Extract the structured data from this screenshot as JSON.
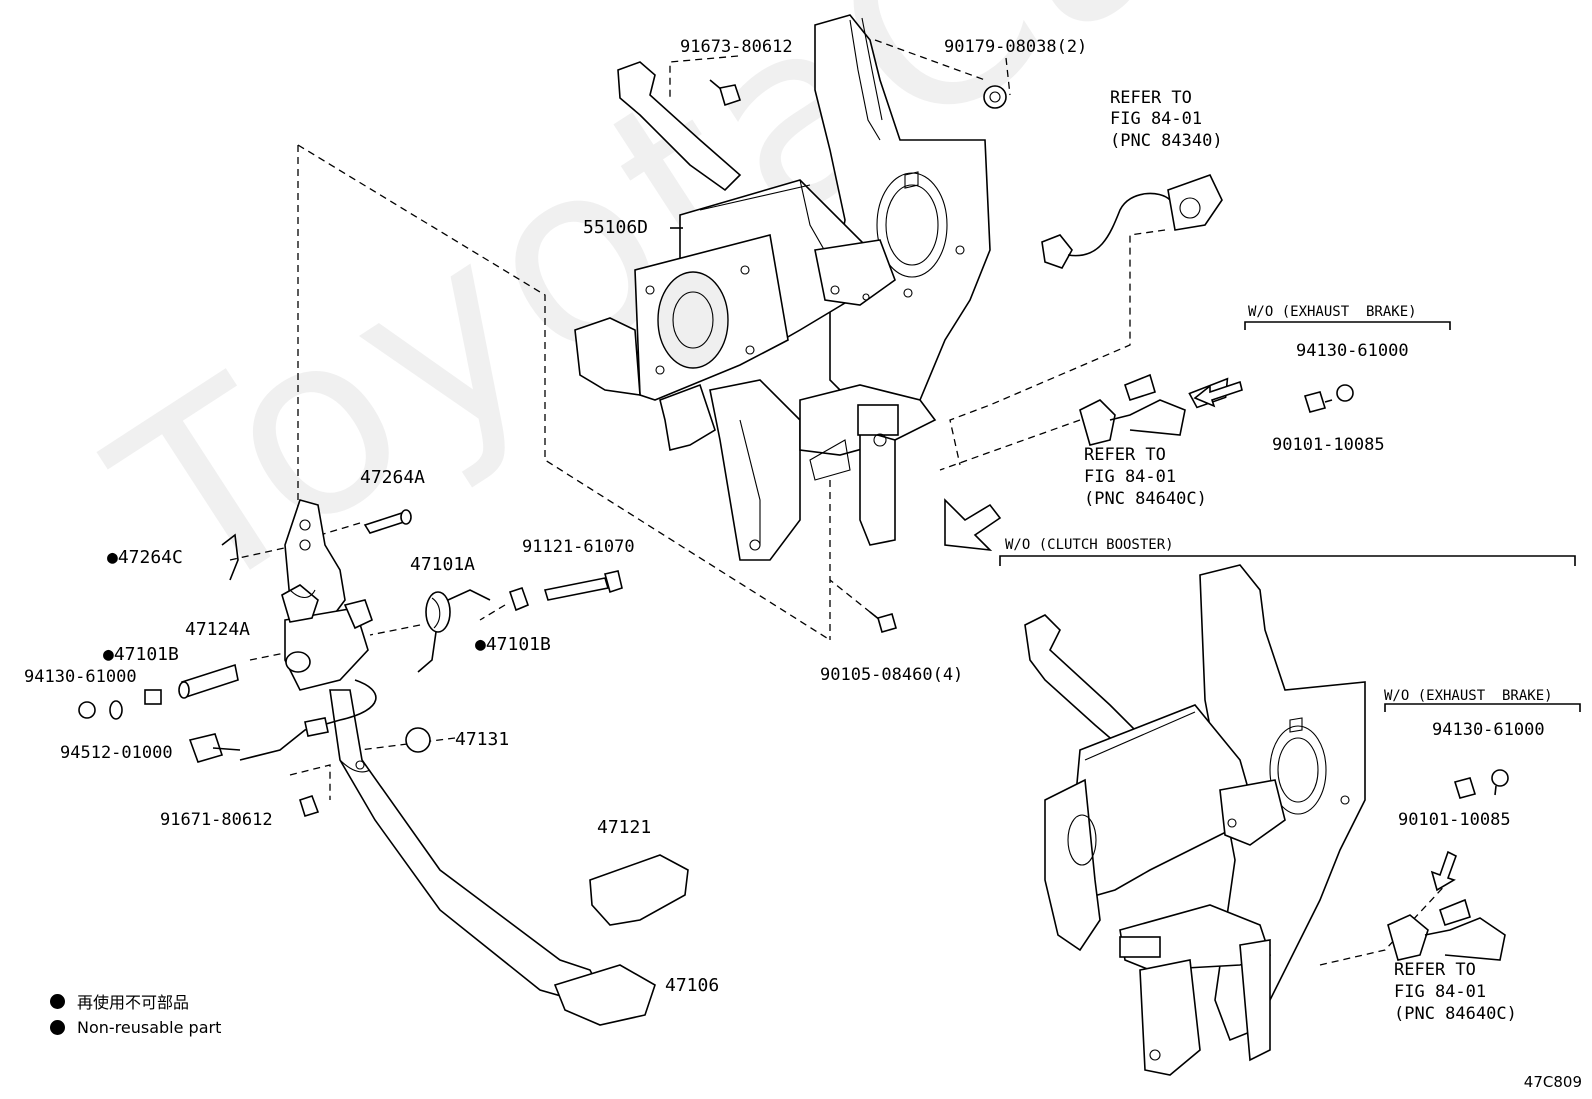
{
  "diagram": {
    "code": "47C809",
    "watermark": "ToyotaCarMine.ru",
    "parts": {
      "p_91673": "91673-80612",
      "p_90179": "90179-08038(2)",
      "p_55106D": "55106D",
      "p_47264A": "47264A",
      "p_47264C": "●47264C",
      "p_47101A": "47101A",
      "p_91121": "91121-61070",
      "p_47101B_left": "●47101B",
      "p_47101B_right": "●47101B",
      "p_47124A": "47124A",
      "p_94130_left": "94130-61000",
      "p_94512": "94512-01000",
      "p_47131": "47131",
      "p_91671": "91671-80612",
      "p_90105": "90105-08460(4)",
      "p_47121": "47121",
      "p_47106": "47106",
      "p_94130_a": "94130-61000",
      "p_90101_a": "90101-10085",
      "p_94130_b": "94130-61000",
      "p_90101_b": "90101-10085"
    },
    "refer_top": [
      "REFER TO",
      "FIG 84-01",
      "(PNC 84340)"
    ],
    "refer_mid": [
      "REFER TO",
      "FIG 84-01",
      "(PNC 84640C)"
    ],
    "refer_bottom": [
      "REFER TO",
      "FIG 84-01",
      "(PNC 84640C)"
    ],
    "wo_exhaust_a": "W/O (EXHAUST  BRAKE)",
    "wo_exhaust_b": "W/O (EXHAUST  BRAKE)",
    "wo_clutch": "W/O (CLUTCH BOOSTER)",
    "legend": [
      {
        "text": "再使用不可部品"
      },
      {
        "text": "Non-reusable part"
      }
    ]
  }
}
